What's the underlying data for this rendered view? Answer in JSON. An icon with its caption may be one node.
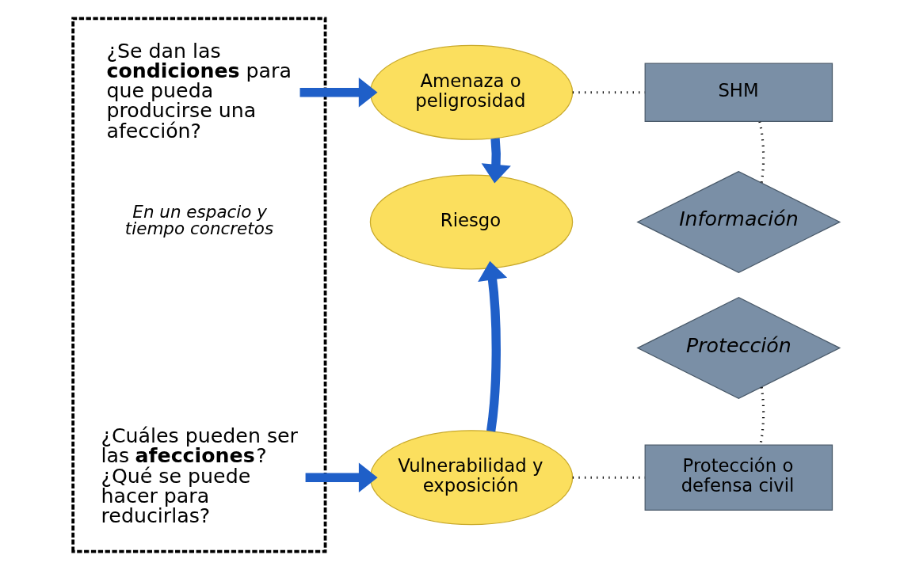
{
  "diagram": {
    "nodes": [
      {
        "text": [],
        "shape": "box"
      },
      {
        "text": [
          "¿Se dan las **condiciones** para que pueda producirse una afección?"
        ],
        "in": 0
      },
      {
        "text": [
          "¿Cuáles pueden ser las **afecciones**? ¿Qué se puede hacer para reducirlas?"
        ],
        "in": 0
      },
      {
        "text": [
          "Amenaza o peligrosidad"
        ]
      },
      {
        "text": [
          "Riesgo"
        ]
      },
      {
        "text": [
          "Vulnerabilidad y exposición"
        ]
      },
      {
        "text": [
          "SHM"
        ]
      },
      {
        "text": [
          "Información"
        ]
      },
      {
        "text": [
          "Protección"
        ]
      },
      {
        "text": [
          "Protección o defensa civil"
        ]
      }
    ],
    "edges": [
      {
        "from": 1,
        "to": 3,
        "arrow": "to",
        "style": "thick",
        "color": "#1f5fc8"
      },
      {
        "from": 2,
        "to": 5,
        "arrow": "to",
        "style": "thick",
        "color": "#1f5fc8"
      },
      {
        "from": 3,
        "to": 4,
        "arrow": "to",
        "style": "thick",
        "color": "#1f5fc8"
      },
      {
        "from": 5,
        "to": 4,
        "arrow": "to",
        "style": "thick",
        "color": "#1f5fc8"
      },
      {
        "from": 3,
        "to": 6,
        "arrow": "none",
        "style": "dashed",
        "color": "#000000"
      },
      {
        "from": 6,
        "to": 7,
        "arrow": "none",
        "style": "dashed",
        "color": "#000000"
      },
      {
        "from": 8,
        "to": 9,
        "arrow": "none",
        "style": "dashed",
        "color": "#000000"
      },
      {
        "from": 5,
        "to": 9,
        "arrow": "none",
        "style": "dashed",
        "color": "#000000"
      }
    ],
    "labels": [
      "En un espacio y tiempo concretos"
    ]
  }
}
